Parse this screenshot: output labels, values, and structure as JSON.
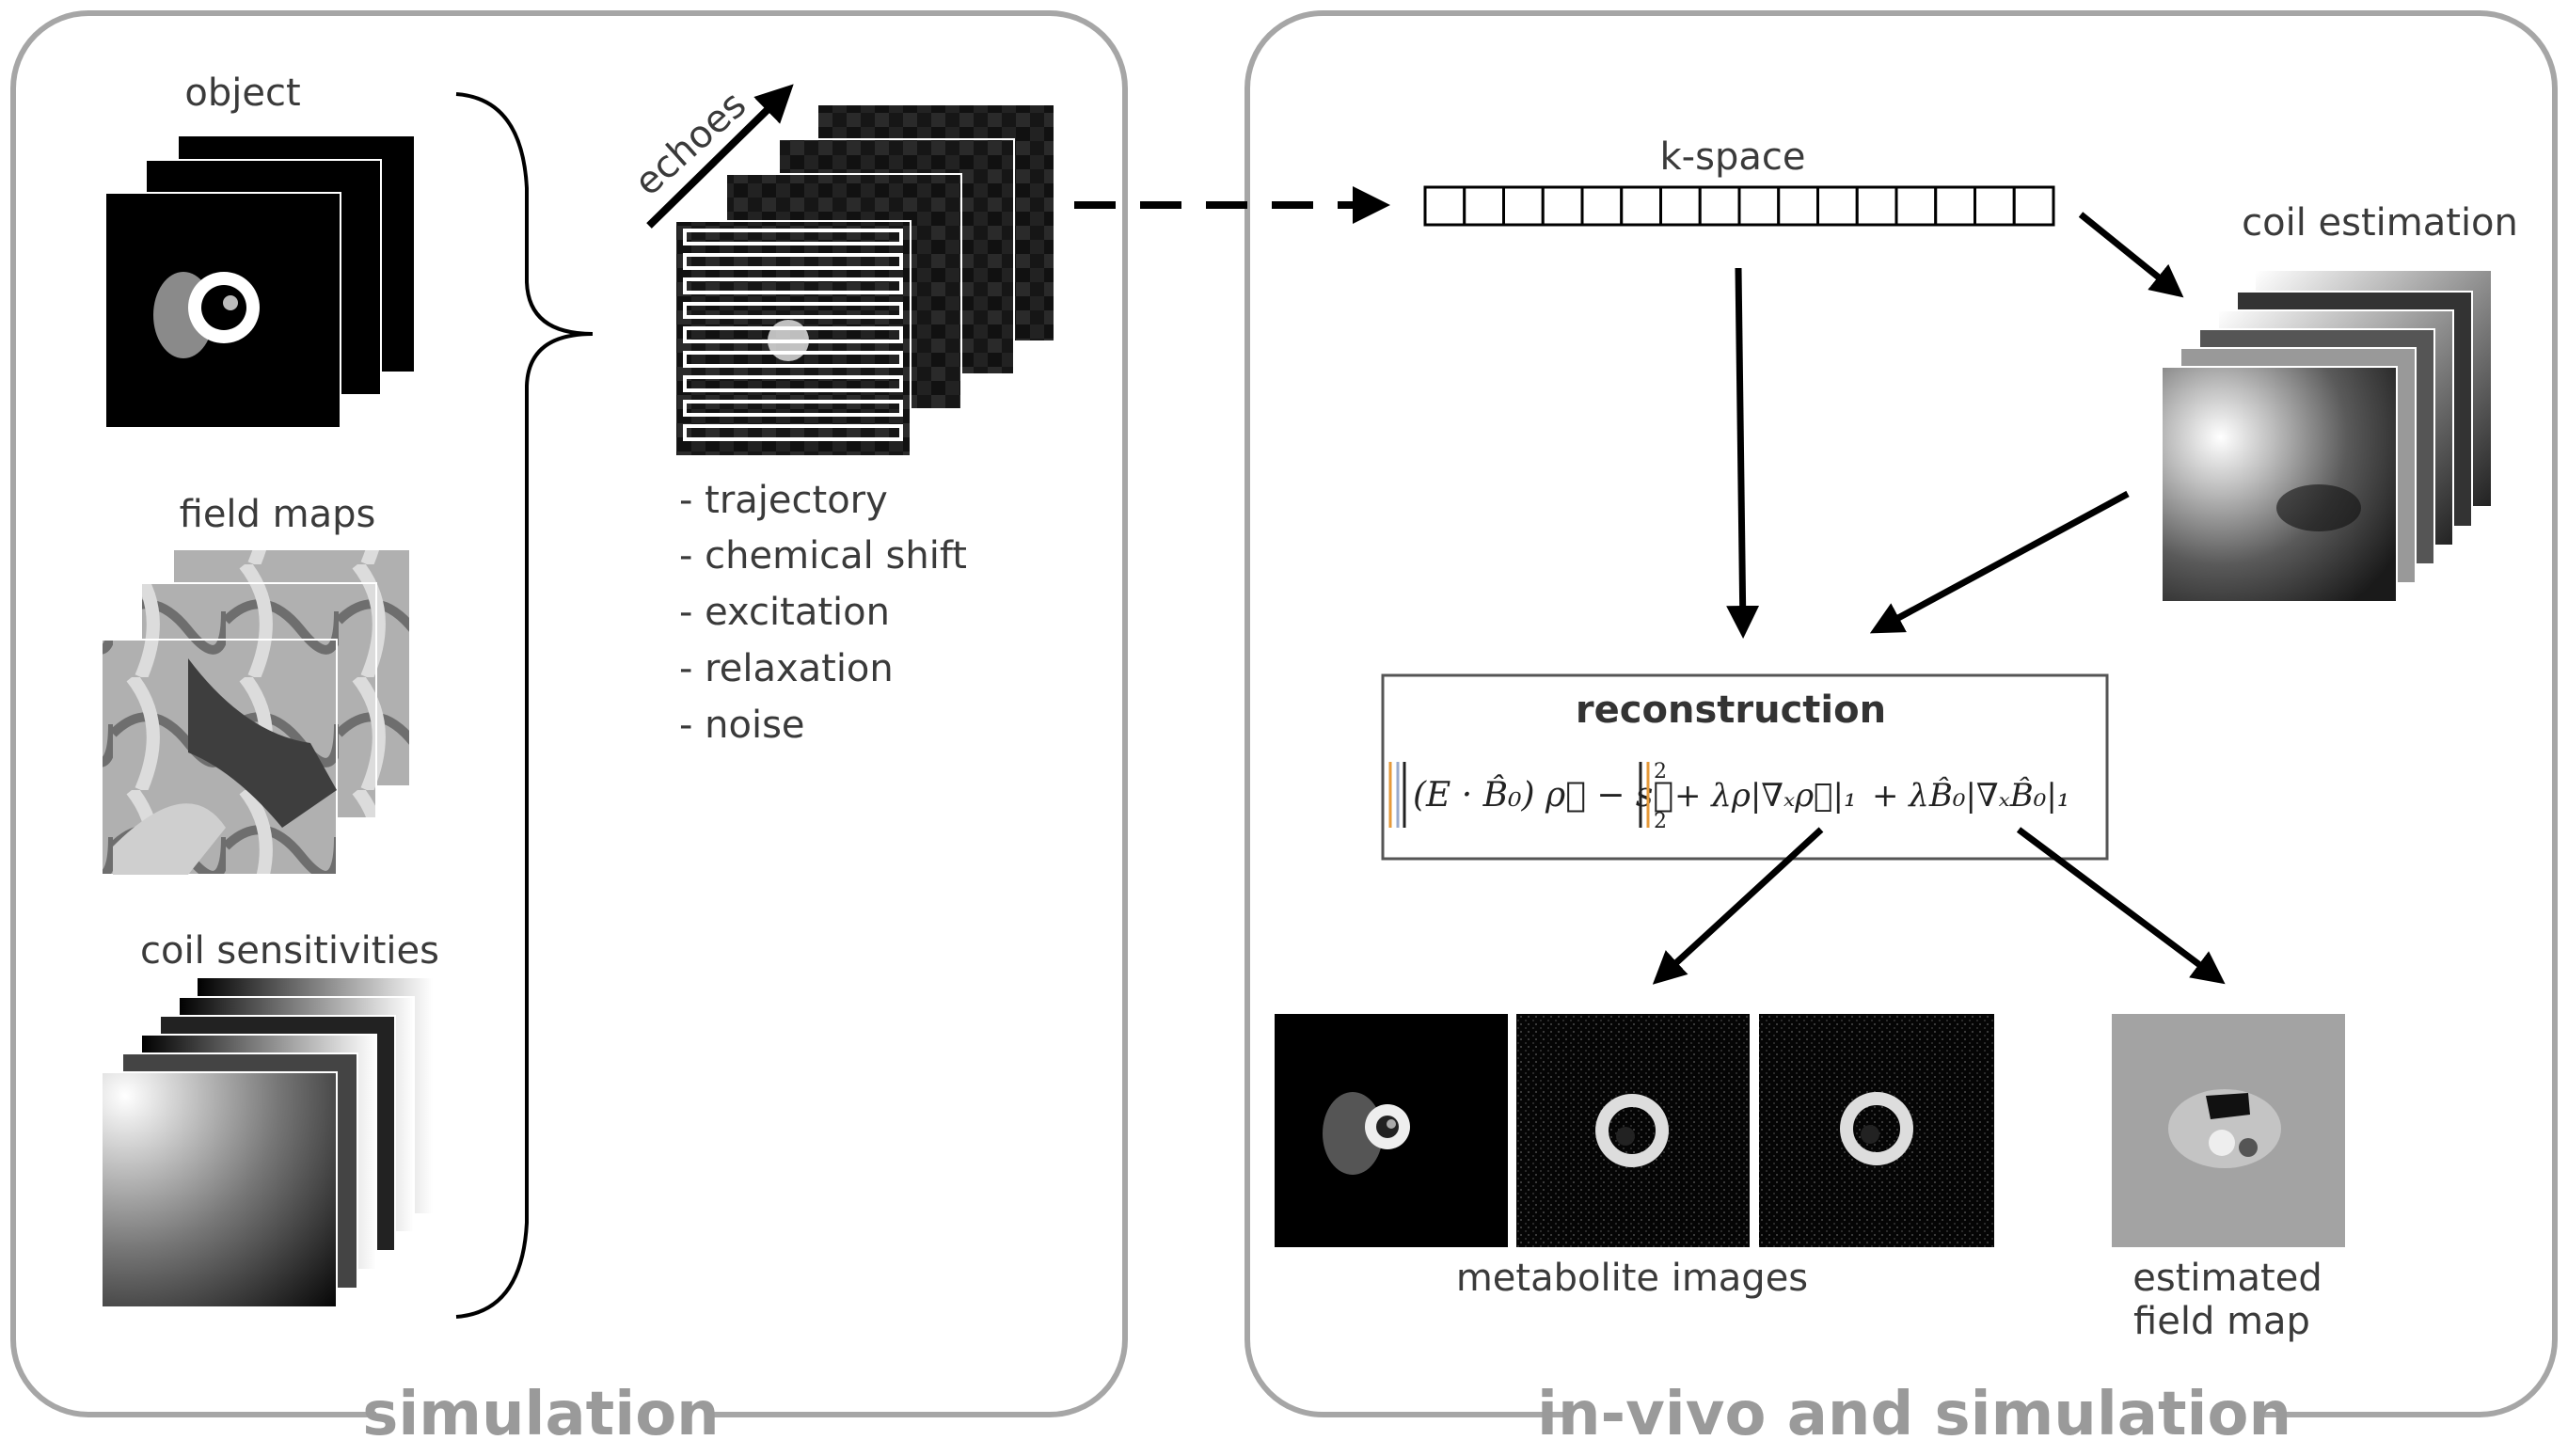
{
  "panels": {
    "left_title": "simulation",
    "right_title": "in-vivo and simulation"
  },
  "labels": {
    "object": "object",
    "field_maps": "field maps",
    "coil_sensitivities": "coil sensitivities",
    "echoes": "echoes",
    "kspace": "k-space",
    "coil_estimation": "coil estimation",
    "reconstruction": "reconstruction",
    "metabolite_images": "metabolite images",
    "estimated_field_map_line1": "estimated",
    "estimated_field_map_line2": "field map"
  },
  "simulation_steps": [
    "- trajectory",
    "- chemical shift",
    "- excitation",
    "- relaxation",
    "- noise"
  ],
  "reconstruction_formula": {
    "norm_part": "(E · B̂₀) ρ⃗ − s⃗",
    "norm_sup": "2",
    "norm_sub": "2",
    "reg1": "+ λρ|∇ₓρ⃗|₁",
    "reg2": "+ λB̂₀|∇ₓB̂₀|₁"
  },
  "kspace_cells": 16,
  "colors": {
    "panel_border": "#a6a6a6",
    "panel_title": "#9a9a9a",
    "arrow": "#000000"
  }
}
